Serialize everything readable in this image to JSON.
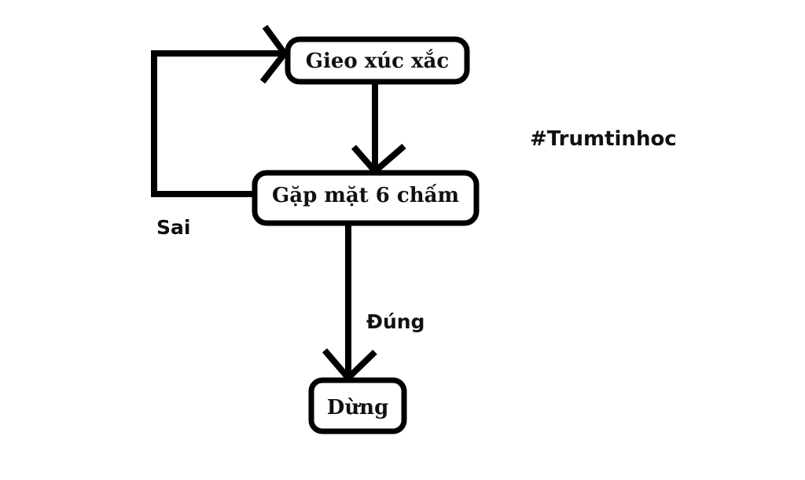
{
  "diagram": {
    "nodes": {
      "roll": {
        "label": "Gieo xúc xắc"
      },
      "check": {
        "label": "Gặp mặt 6 chấm"
      },
      "stop": {
        "label": "Dừng"
      }
    },
    "edges": {
      "no": {
        "label": "Sai"
      },
      "yes": {
        "label": "Đúng"
      }
    },
    "tag": "#Trumtinhoc"
  },
  "colors": {
    "stroke": "#000000",
    "text": "#111111",
    "background": "#ffffff"
  }
}
